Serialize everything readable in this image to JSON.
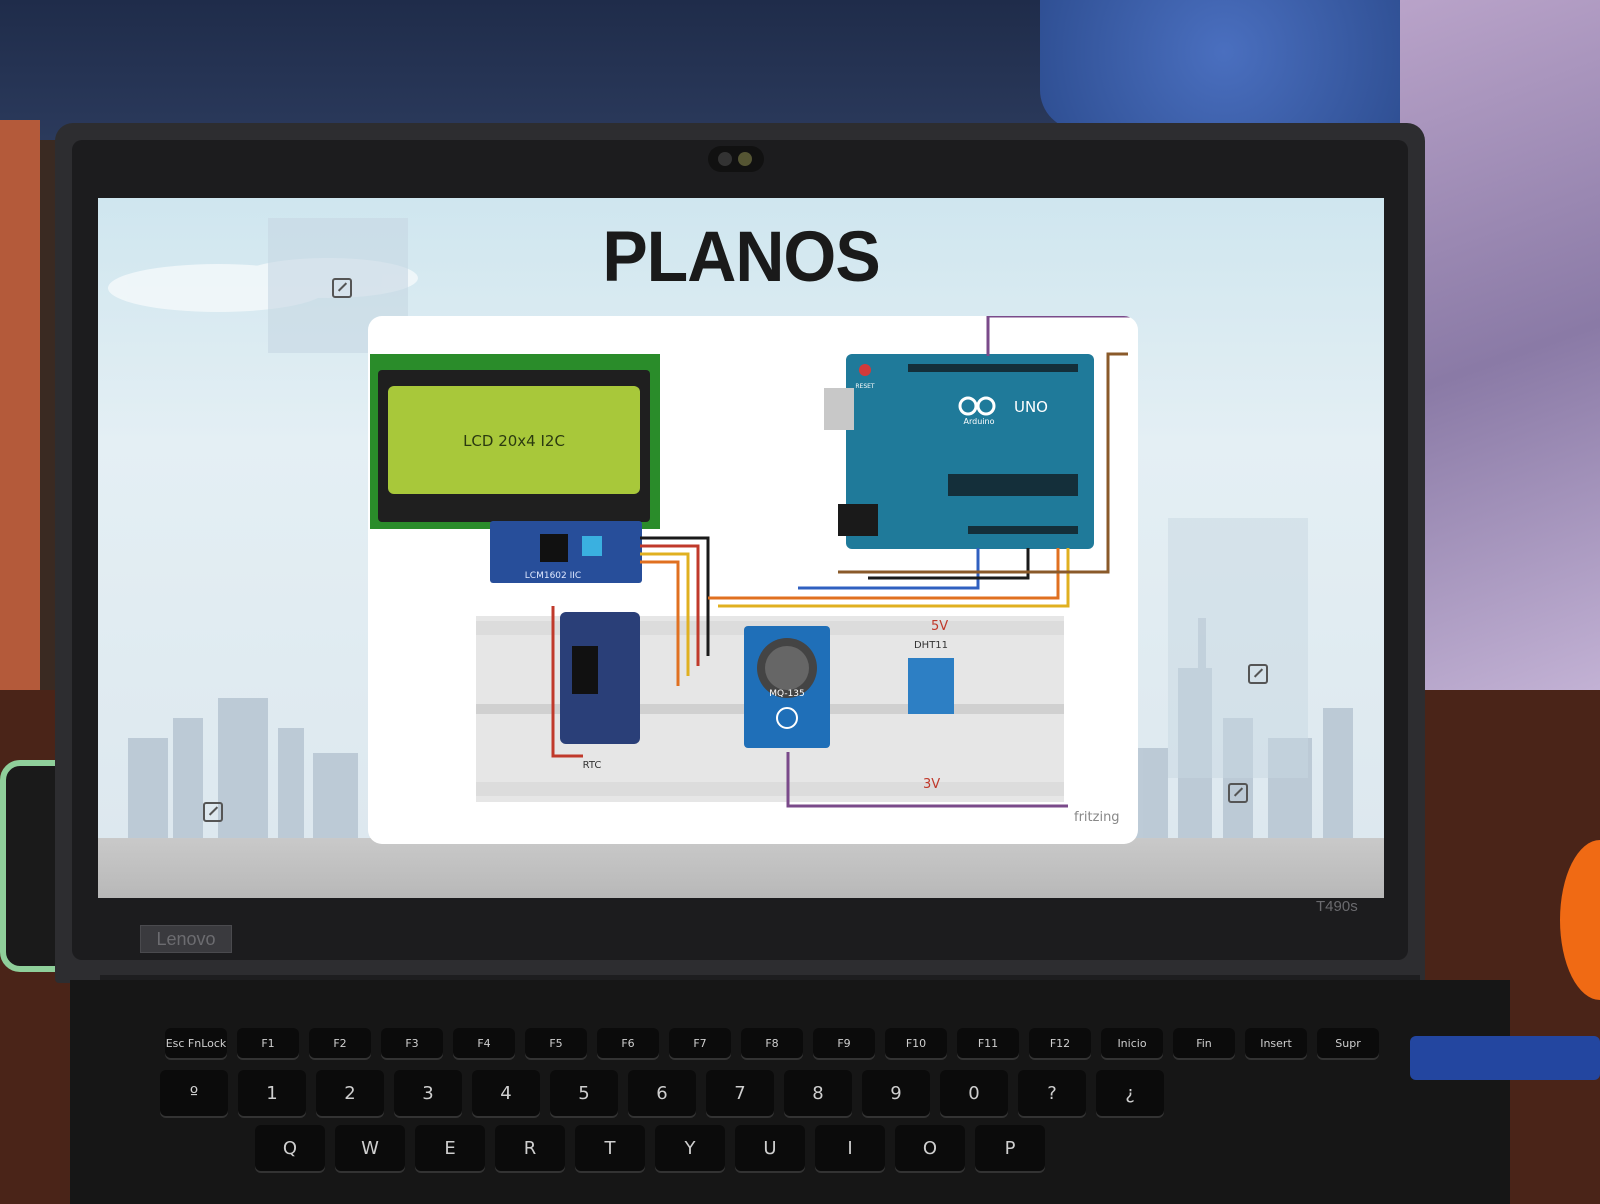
{
  "slide": {
    "title": "PLANOS"
  },
  "diagram": {
    "lcd_label": "LCD 20x4 I2C",
    "i2c_module_label": "LCM1602 IIC",
    "rtc_label": "RTC",
    "mq_label": "MQ-135",
    "dht_label": "DHT11",
    "rail_5v": "5V",
    "rail_3v": "3V",
    "arduino_label": "UNO",
    "arduino_brand": "Arduino",
    "arduino_reset": "RESET",
    "watermark": "fritzing"
  },
  "laptop": {
    "brand": "Lenovo",
    "model": "T490s"
  },
  "keyboard": {
    "function_row": [
      "Esc FnLock",
      "F1",
      "F2",
      "F3",
      "F4",
      "F5",
      "F6",
      "F7",
      "F8",
      "F9",
      "F10",
      "F11",
      "F12",
      "Inicio",
      "Fin",
      "Insert",
      "Supr"
    ],
    "number_row": [
      "º",
      "1",
      "2",
      "3",
      "4",
      "5",
      "6",
      "7",
      "8",
      "9",
      "0",
      "?",
      "¿"
    ],
    "top_row": [
      "Q",
      "W",
      "E",
      "R",
      "T",
      "Y",
      "U",
      "I",
      "O",
      "P"
    ]
  }
}
